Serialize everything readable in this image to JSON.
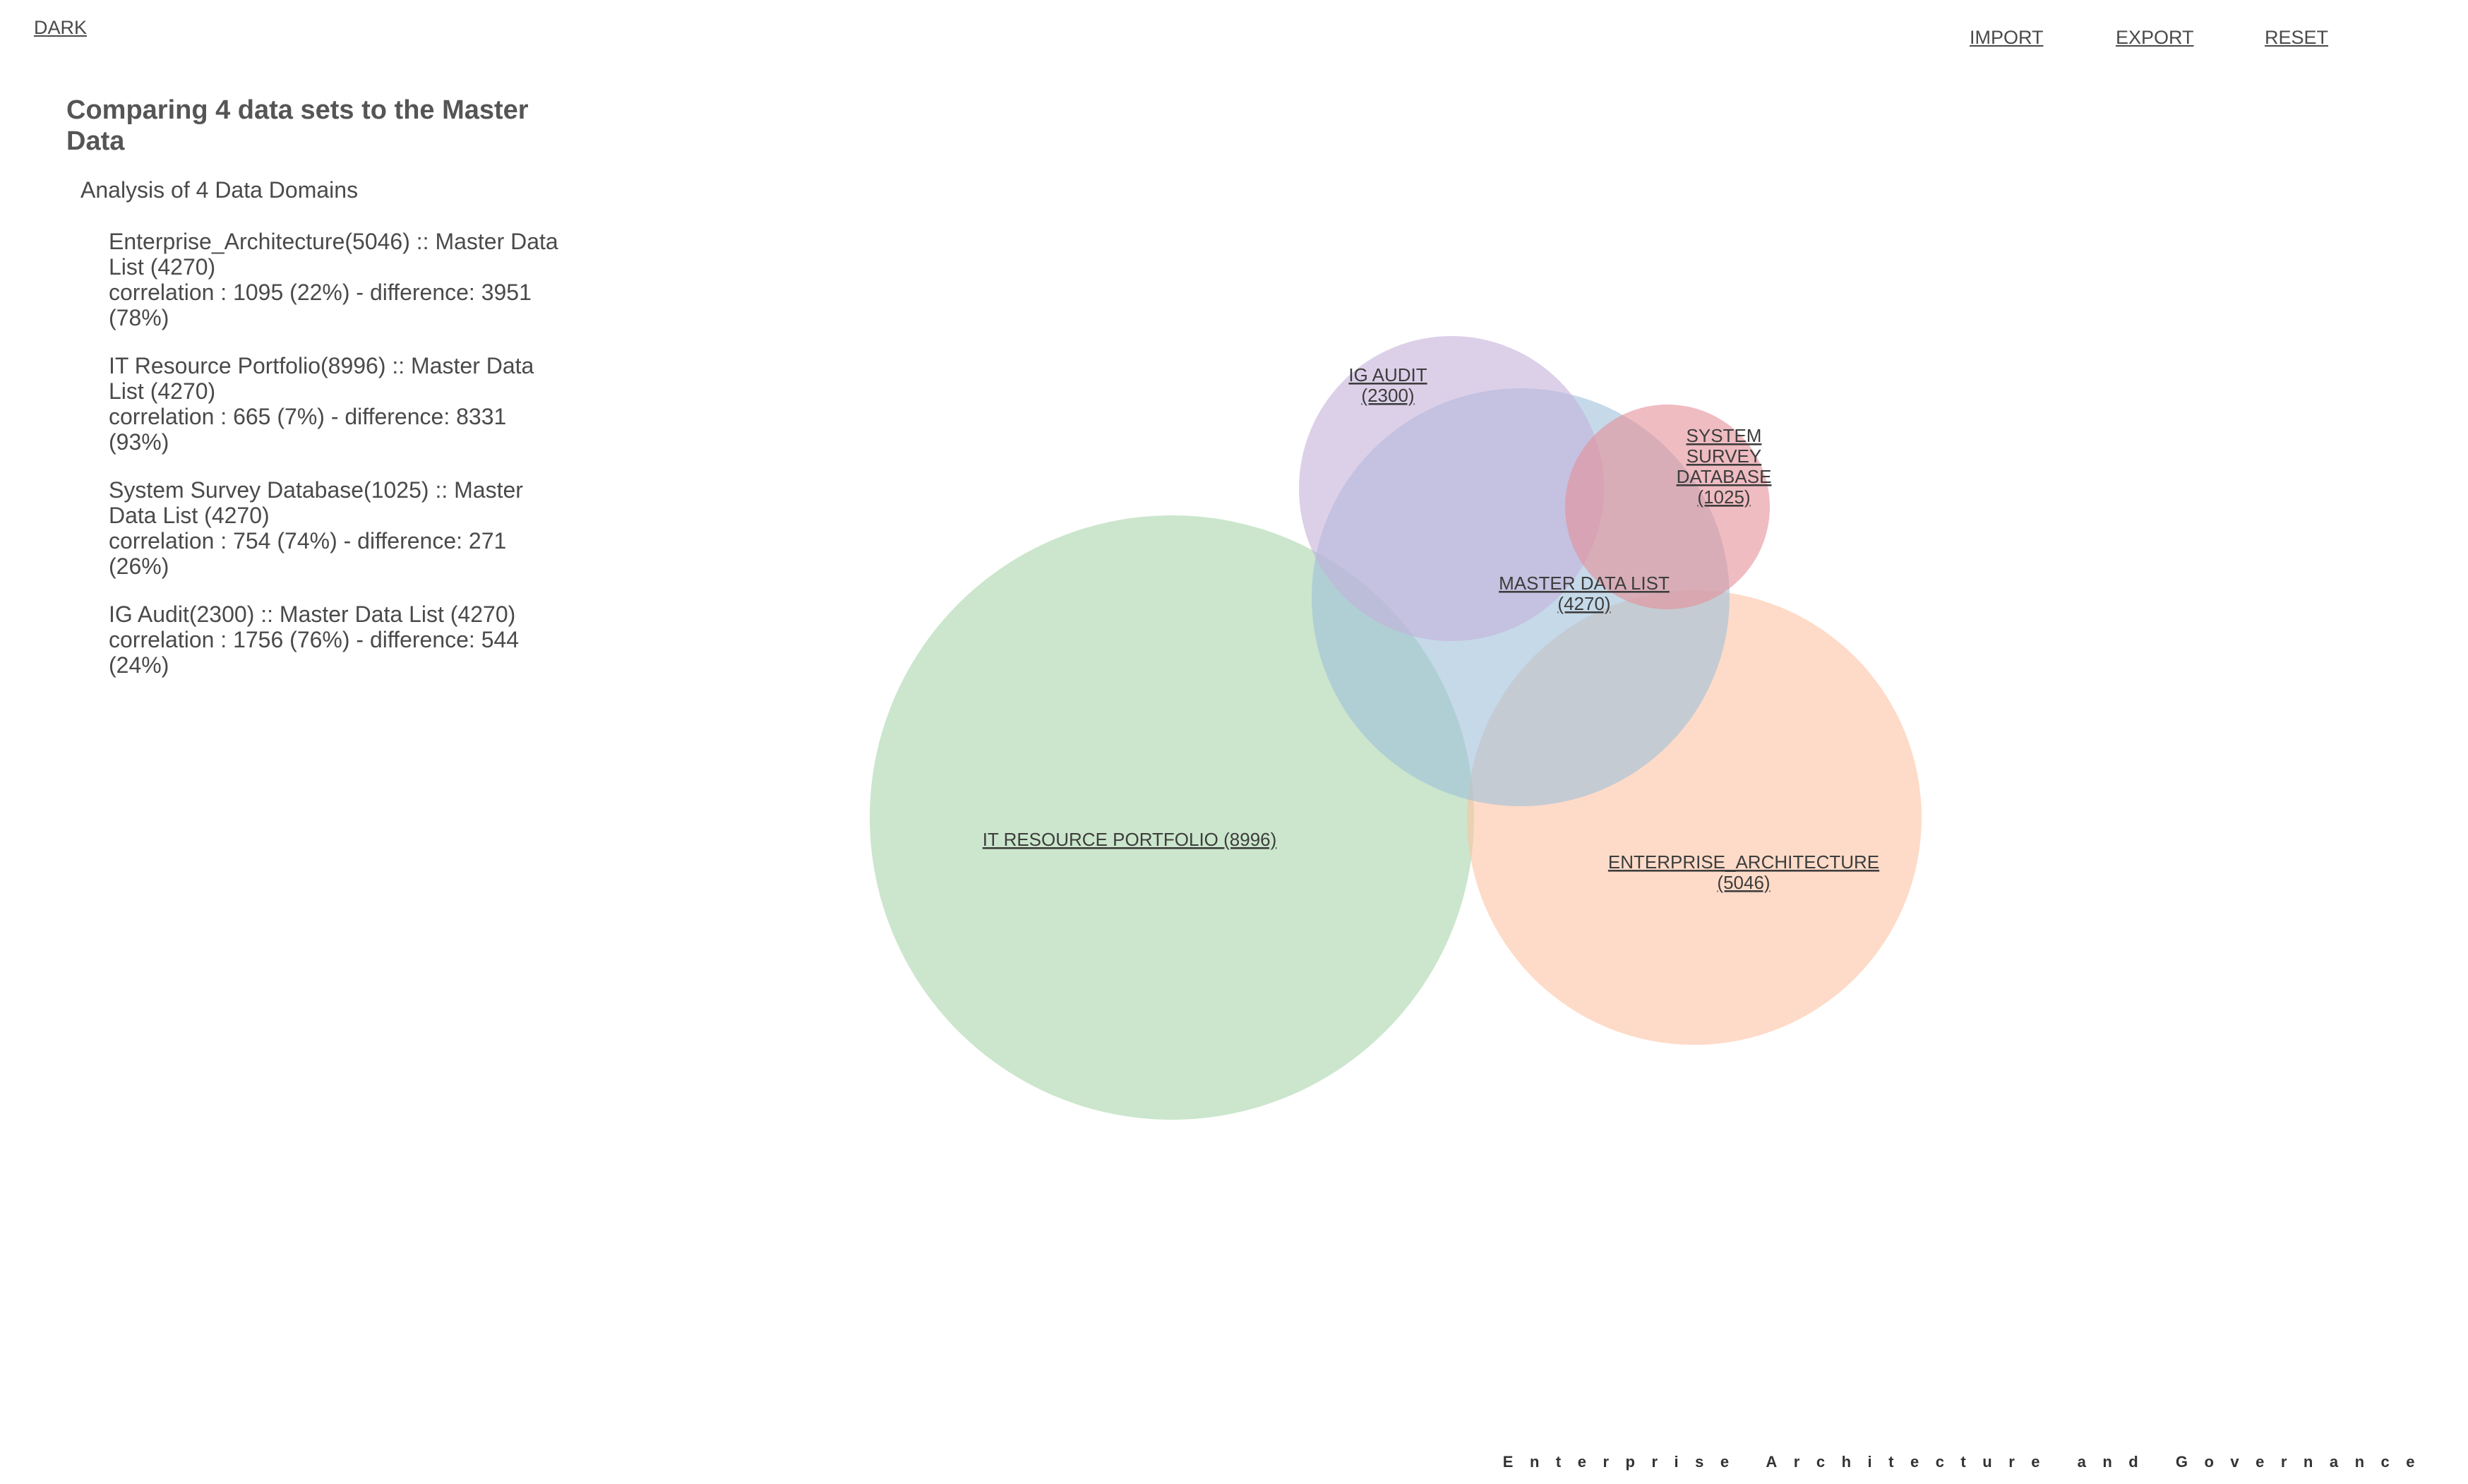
{
  "toolbar": {
    "dark_label": "DARK",
    "import_label": "IMPORT",
    "export_label": "EXPORT",
    "reset_label": "RESET"
  },
  "sidebar": {
    "title": "Comparing 4 data sets to the Master Data",
    "subtitle": "Analysis of 4 Data Domains",
    "items": [
      {
        "line1": "Enterprise_Architecture(5046) :: Master Data",
        "line2": "List (4270)",
        "line3": "correlation : 1095 (22%) - difference: 3951",
        "line4": "(78%)"
      },
      {
        "line1": "IT Resource Portfolio(8996) :: Master Data",
        "line2": "List (4270)",
        "line3": "correlation : 665 (7%) - difference: 8331",
        "line4": "(93%)"
      },
      {
        "line1": "System Survey Database(1025) :: Master",
        "line2": "Data List (4270)",
        "line3": "correlation : 754 (74%) - difference: 271",
        "line4": "(26%)"
      },
      {
        "line1": "IG Audit(2300) :: Master Data List (4270)",
        "line2": "correlation : 1756 (76%) - difference: 544",
        "line3": "(24%)",
        "line4": ""
      }
    ]
  },
  "venn": {
    "sets": [
      {
        "id": "it-resource-portfolio",
        "size": 8996,
        "color": "#a9d5aa",
        "label_lines": [
          "IT RESOURCE PORTFOLIO (8996)"
        ]
      },
      {
        "id": "enterprise-architecture",
        "size": 5046,
        "color": "#fdc3a4",
        "label_lines": [
          "ENTERPRISE_ARCHITECTURE",
          "(5046)"
        ]
      },
      {
        "id": "master-data-list",
        "size": 4270,
        "color": "#9fbfdb",
        "label_lines": [
          "MASTER DATA LIST",
          "(4270)"
        ]
      },
      {
        "id": "ig-audit",
        "size": 2300,
        "color": "#c5b0db",
        "label_lines": [
          "IG AUDIT",
          "(2300)"
        ]
      },
      {
        "id": "system-survey-database",
        "size": 1025,
        "color": "#e48f98",
        "label_lines": [
          "SYSTEM",
          "SURVEY",
          "DATABASE",
          "(1025)"
        ]
      }
    ]
  },
  "footer": {
    "text": "Enterprise Architecture and Governance"
  }
}
